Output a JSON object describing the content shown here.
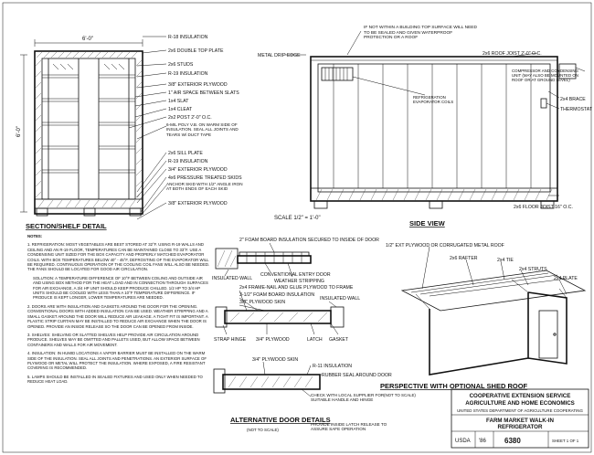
{
  "section_detail": {
    "title": "SECTION/SHELF DETAIL",
    "width_dim": "6'-0\"",
    "height_dim": "6'-0\"",
    "callouts": [
      "R-18 INSULATION",
      "2x6 DOUBLE TOP PLATE",
      "2x6 STUDS",
      "R-19 INSULATION",
      "3/8\" EXTERIOR PLYWOOD",
      "1\" AIR SPACE BETWEEN SLATS",
      "1x4 SLAT",
      "1x4 CLEAT",
      "2x2 POST 2'-0\" O.C.",
      "6-MIL POLY V.B. ON WARM SIDE OF INSULATION. SEAL ALL JOINTS AND TEARS W/ DUCT TAPE",
      "2x6 SILL PLATE",
      "R-19 INSULATION",
      "3/4\" EXTERIOR PLYWOOD",
      "4x6 PRESSURE TREATED SKIDS",
      "ANCHOR SKID WITH 1/2\" ANGLE IRON AT BOTH ENDS OF EACH SKID",
      "3/8\" EXTERIOR PLYWOOD"
    ]
  },
  "side_view": {
    "title": "SIDE VIEW",
    "callouts": [
      "IF NOT WITHIN A BUILDING TOP SURFACE WILL NEED TO BE SEALED AND GIVEN WATERPROOF PROTECTION OR A ROOF",
      "METAL DRIP EDGE",
      "2x6 ROOF JOIST 2'-0\" O.C.",
      "COMPRESSOR AND CONDENSING UNIT (MAY ALSO BE MOUNTED ON ROOF OR AT GROUND LEVEL)",
      "REFRIGERATION EVAPORATOR COILS",
      "2x4 BRACE",
      "THERMOSTAT",
      "2x6 FLOOR JOIST 16\" O.C."
    ]
  },
  "scale": "SCALE 1/2\" = 1'-0\"",
  "door_section": {
    "callouts": [
      "2\" FOAM BOARD INSULATION SECURED TO INSIDE OF DOOR",
      "INSULATED WALL",
      "CONVENTIONAL ENTRY DOOR",
      "WEATHER STRIPPING",
      "2x4 FRAME-NAIL AND GLUE PLYWOOD TO FRAME",
      "3-1/2\" FOAM BOARD INSULATION",
      "3/8\" PLYWOOD SKIN",
      "INSULATED WALL",
      "STRAP HINGE",
      "3/4\" PLYWOOD",
      "LATCH",
      "GASKET",
      "3/4\" PLYWOOD SKIN",
      "R-11 INSULATION",
      "RUBBER SEAL AROUND DOOR",
      "CHECK WITH LOCAL SUPPLIER FOR SUITABLE HANDLE AND HINGE",
      "PROVIDE INSIDE LATCH RELEASE TO ASSURE SAFE OPERATION"
    ],
    "title": "ALTERNATIVE DOOR DETAILS",
    "subtitle": "(NOT TO SCALE)"
  },
  "perspective": {
    "title": "PERSPECTIVE WITH OPTIONAL SHED ROOF",
    "subtitle": "(NOT TO SCALE)",
    "callouts": [
      "1/2\" EXT PLYWOOD OR CORRUGATED METAL ROOF",
      "2x6 RAFTER",
      "2x4 TIE",
      "2x4 STRUTS",
      "2x4 PLATE"
    ]
  },
  "title_block": {
    "org_line1": "COOPERATIVE EXTENSION SERVICE",
    "org_line2": "AGRICULTURE AND HOME ECONOMICS",
    "agency": "UNITED STATES DEPARTMENT OF AGRICULTURE COOPERATING",
    "plan_title1": "FARM MARKET WALK-IN",
    "plan_title2": "REFRIGERATOR",
    "code1": "USDA",
    "year": "'86",
    "plan_number": "6380",
    "sheet": "SHEET 1 OF 1"
  },
  "notes": {
    "heading": "NOTES:",
    "items": [
      "1. REFRIGERATION: MOST VEGETABLES ARE BEST STORED AT 32°F. USING R-19 WALLS AND CEILING AND AN R-19 FLOOR, TEMPERATURES CAN BE MAINTAINED CLOSE TO 33°F. USE A CONDENSING UNIT SIZED FOR THE BOX CAPACITY AND PROPERLY MATCHED EVAPORATOR COILS. WITH BOX TEMPERATURES BELOW 40° - 45°F, DEFROSTING OF THE EVAPORATOR WILL BE REQUIRED. CONTINUOUS OPERATION OF THE COOLING COIL FANS WILL ALSO BE NEEDED. THE FANS SHOULD BE LOCATED FOR GOOD AIR CIRCULATION.",
      "SOLUTION: A TEMPERATURE DIFFERENCE OF 10°F BETWEEN COILING AND OUTSIDE AIR AND USING BOX METHOD FOR THE HEAT LOAD AND IN CONNECTION THROUGH SURFACES FOR AIR EXCHANGE, A 3/4 HP UNIT SHOULD KEEP PRODUCE CHILLED. 1/2 HP TO 3/4 HP UNITS SHOULD BE COOLED WITH LESS THAN A 10°F TEMPERATURE DIFFERENCE. IF PRODUCE IS KEPT LONGER, LOWER TEMPERATURES ARE NEEDED.",
      "2. DOORS ARE WITH INSULATION AND GASKETS AROUND THE DOOR FOR THE OPENING. CONVENTIONAL DOORS WITH ADDED INSULATION CAN BE USED. WEATHER STRIPPING AND A SMALL GASKET AROUND THE DOOR WILL REDUCE AIR LEAKAGE. A TIGHT FIT IS IMPORTANT. A PLASTIC STRIP CURTAIN MAY BE INSTALLED TO REDUCE AIR EXCHANGE WHEN THE DOOR IS OPENED. PROVIDE AN INSIDE RELEASE SO THE DOOR CAN BE OPENED FROM INSIDE.",
      "3. SHELVES: SHELVING OR SLATTED SHELVES HELP PROVIDE AIR CIRCULATION AROUND PRODUCE. SHELVES MAY BE OMITTED AND PALLETS USED, BUT ALLOW SPACE BETWEEN CONTAINERS AND WALLS FOR AIR MOVEMENT.",
      "4. INSULATION: IN HUMID LOCATIONS A VAPOR BARRIER MUST BE INSTALLED ON THE WARM SIDE OF THE INSULATION. SEAL ALL JOINTS AND PENETRATIONS. AN EXTERIOR SURFACE OF PLYWOOD OR METAL WILL PROTECT THE INSULATION. WHERE EXPOSED, A FIRE RESISTANT COVERING IS RECOMMENDED.",
      "5. LAMPS SHOULD BE INSTALLED IN SEALED FIXTURES AND USED ONLY WHEN NEEDED TO REDUCE HEAT LOAD."
    ]
  }
}
